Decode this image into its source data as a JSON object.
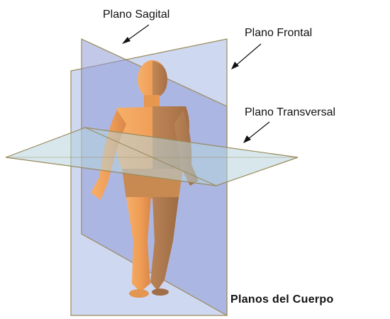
{
  "labels": {
    "sagittal": "Plano Sagital",
    "frontal": "Plano Frontal",
    "transverse": "Plano Transversal"
  },
  "title": "Planos del Cuerpo",
  "colors": {
    "sagittal_plane": "#8f9bd6",
    "frontal_plane": "#a8b8e6",
    "transverse_plane": "#b7d3dc",
    "plane_edge": "#9a8a5a",
    "body_skin": "#f2a45a",
    "body_shadow": "#b77d4a",
    "text": "#111111"
  }
}
